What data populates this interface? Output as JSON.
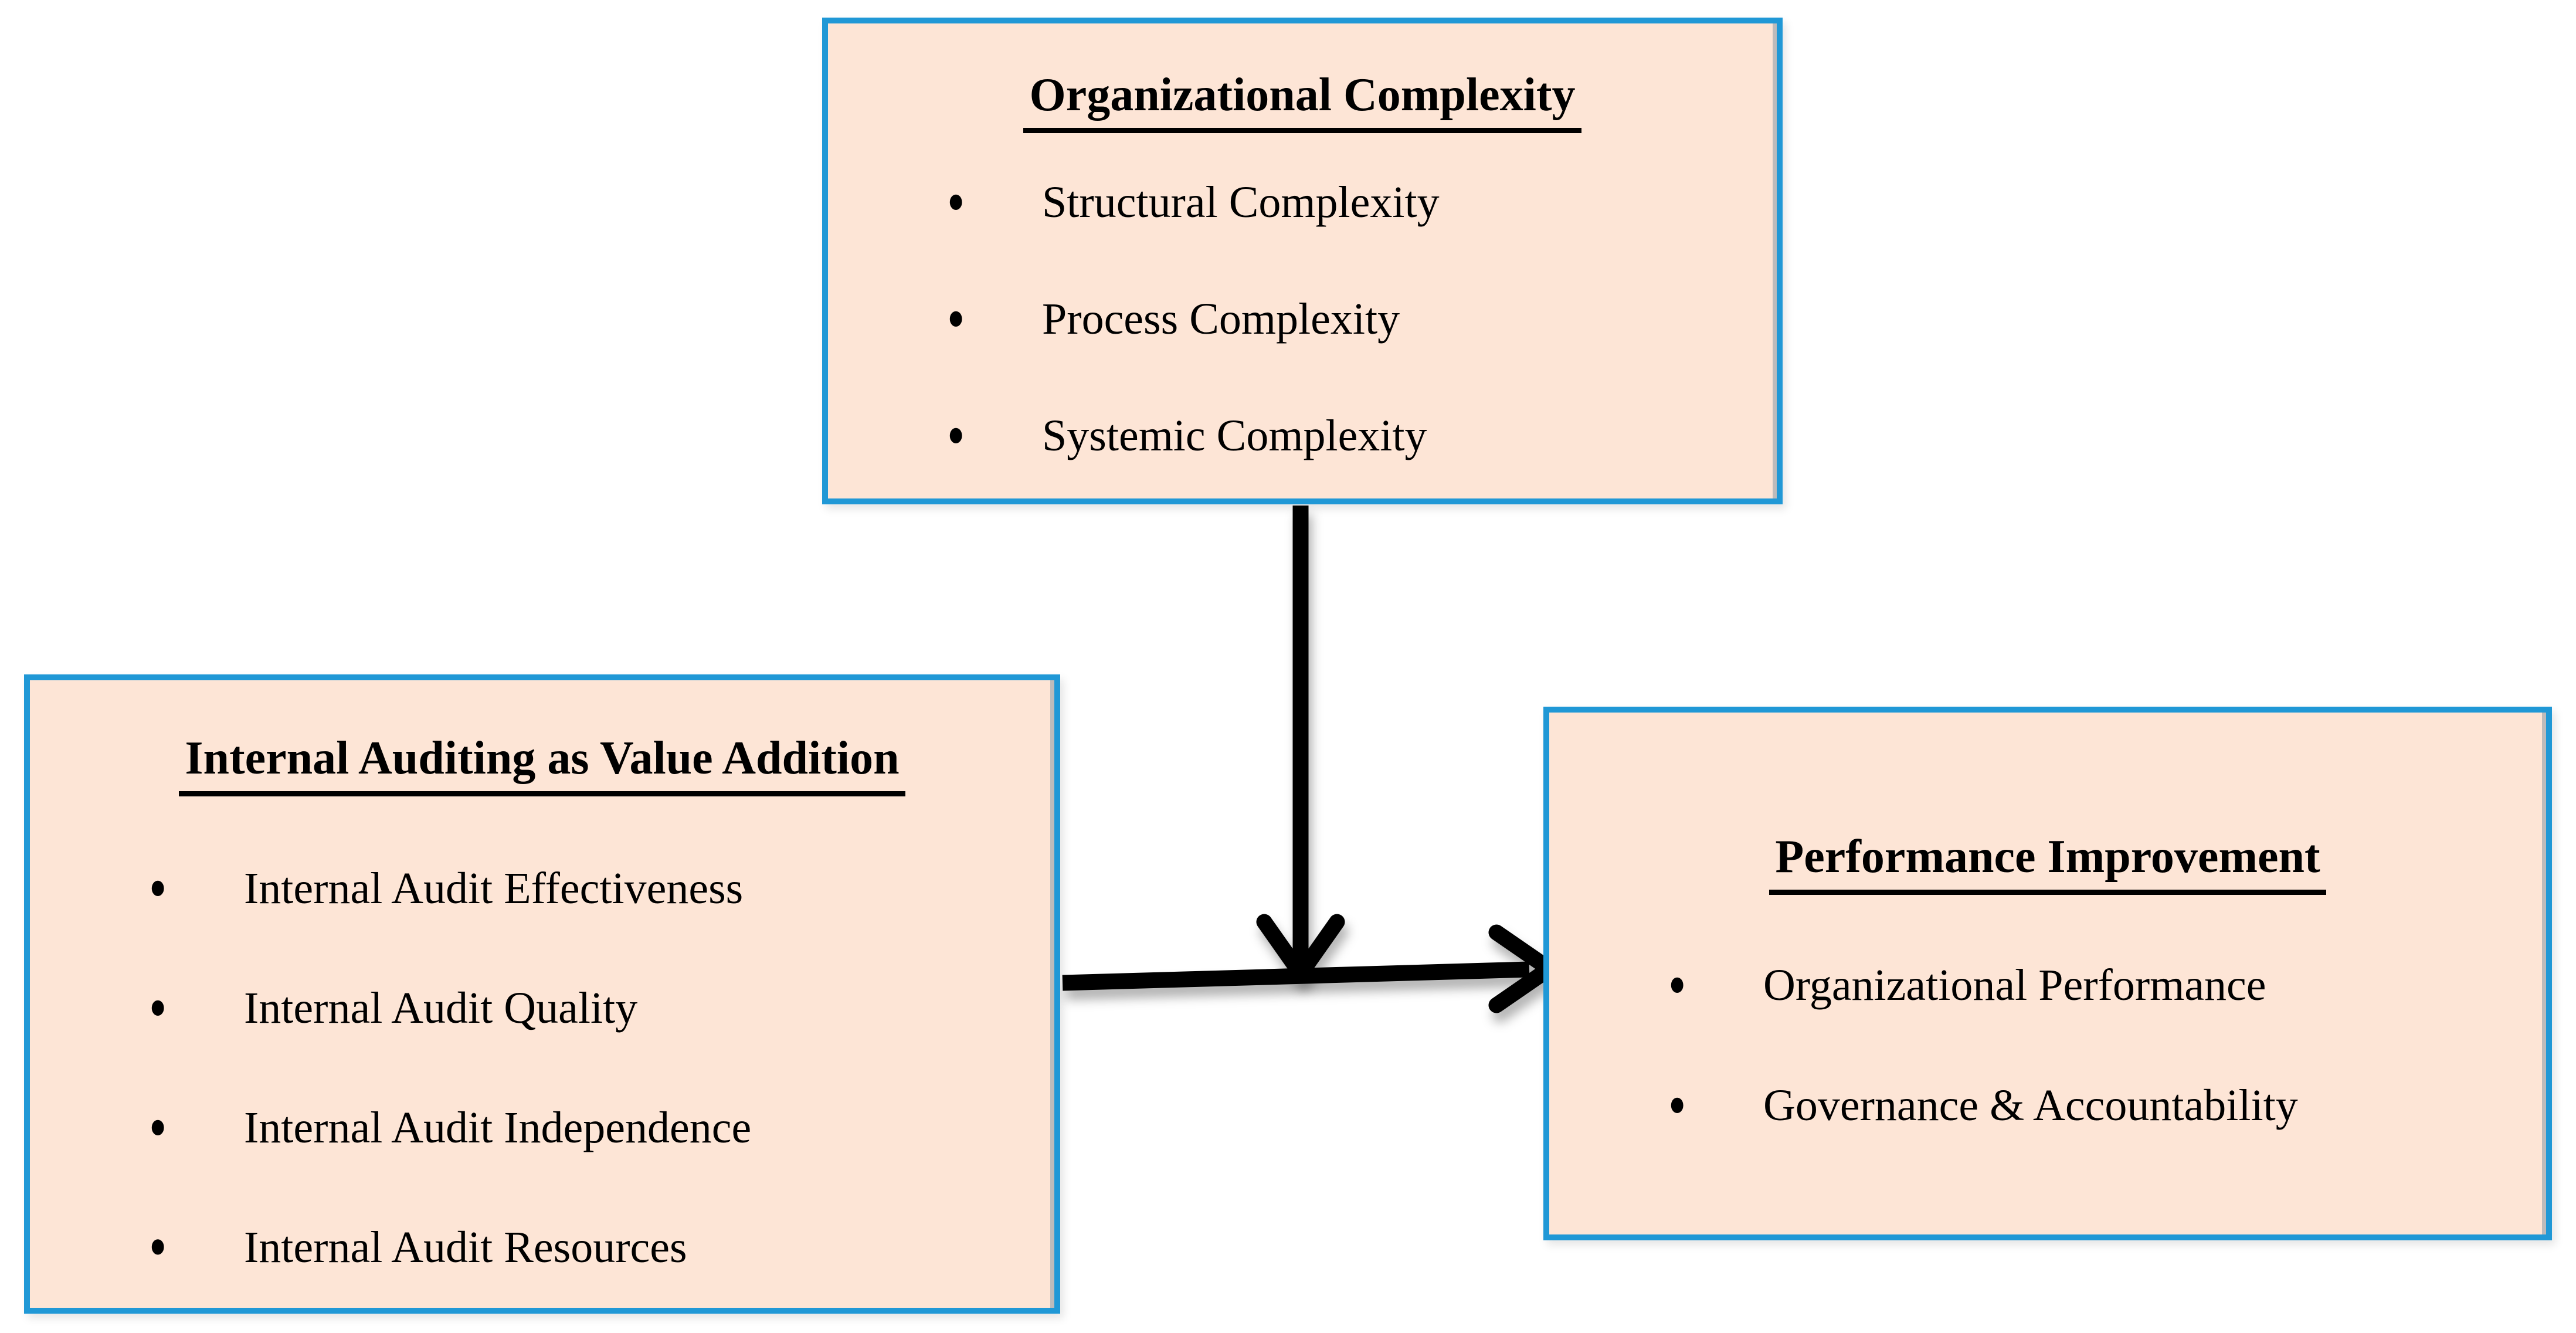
{
  "figure": {
    "bg": "#FFFFFF",
    "box_fill": "#FDE5D6",
    "box_border": "#2098D6",
    "arrow_color": "#000000",
    "text_color": "#000000",
    "bullet_glyph": "•"
  },
  "boxes": {
    "organizational_complexity": {
      "title": "Organizational Complexity",
      "items": [
        "Structural Complexity",
        "Process Complexity",
        "Systemic Complexity"
      ]
    },
    "internal_auditing": {
      "title": "Internal Auditing as Value Addition",
      "items": [
        "Internal Audit Effectiveness",
        "Internal Audit Quality",
        "Internal Audit Independence",
        "Internal Audit Resources"
      ]
    },
    "performance_improvement": {
      "title": "Performance Improvement",
      "items": [
        "Organizational Performance",
        "Governance & Accountability"
      ]
    }
  },
  "arrows": [
    {
      "name": "down-arrow",
      "direction": "down",
      "from": "organizational_complexity",
      "to": "right-arrow-midpoint"
    },
    {
      "name": "right-arrow",
      "direction": "right",
      "from": "internal_auditing",
      "to": "performance_improvement"
    }
  ]
}
